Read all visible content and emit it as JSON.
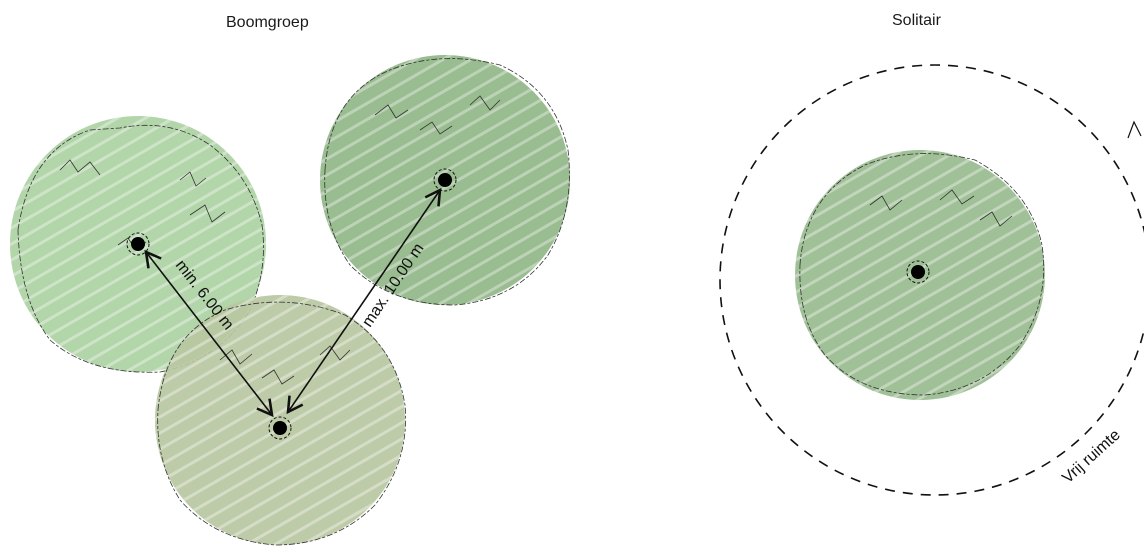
{
  "titles": {
    "group": "Boomgroep",
    "solitary": "Solitair"
  },
  "labels": {
    "min_distance": "min. 6.00 m",
    "max_distance": "max. 10.00 m",
    "free_space": "Vrij ruimte"
  },
  "colors": {
    "crown_light": "#a9cf9e",
    "crown_mid": "#8fb585",
    "crown_olive": "#b9c7a1",
    "trunk": "#000000",
    "outline": "#333333"
  },
  "icons": {
    "tree_crown": "tree-crown-icon",
    "trunk": "trunk-dot-icon",
    "arrow": "double-arrow-icon"
  }
}
